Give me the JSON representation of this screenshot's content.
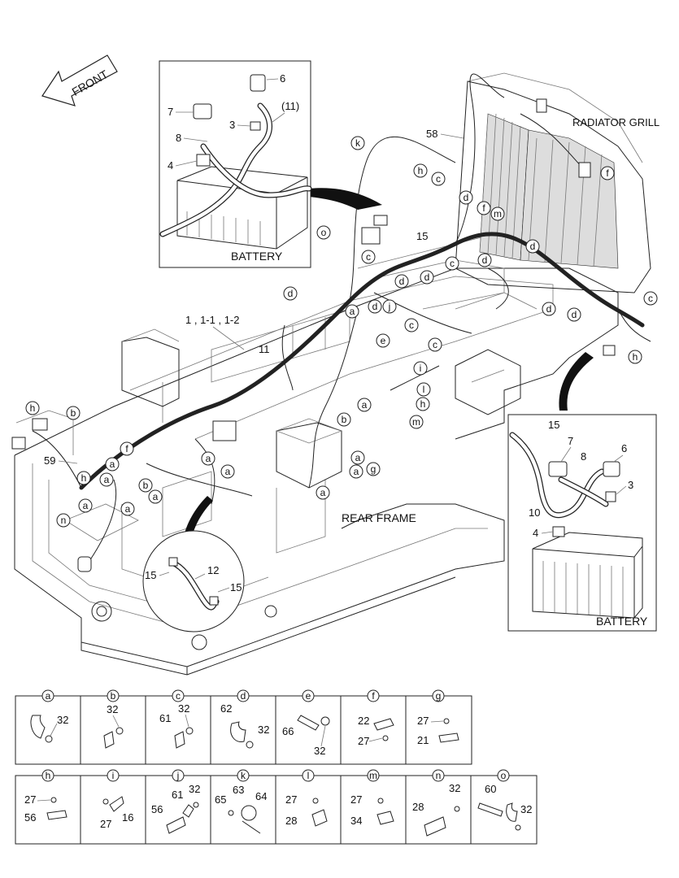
{
  "headings": {
    "front": "FRONT",
    "radiator_grill": "RADIATOR GRILL",
    "rear_frame": "REAR FRAME",
    "battery_top": "BATTERY",
    "battery_right": "BATTERY",
    "harness_main": "1 , 1-1 , 1-2"
  },
  "battery_top_labels": {
    "p6": "6",
    "p7": "7",
    "p11": "(11)",
    "p3": "3",
    "p8": "8",
    "p4": "4"
  },
  "battery_right_labels": {
    "p15": "15",
    "p7": "7",
    "p6": "6",
    "p8": "8",
    "p3": "3",
    "p10": "10",
    "p4": "4"
  },
  "detail_circle_labels": {
    "p12": "12",
    "p15a": "15",
    "p15b": "15"
  },
  "main_labels": {
    "p58": "58",
    "p11": "11",
    "p59": "59",
    "p15": "15"
  },
  "letters": {
    "a": "a",
    "b": "b",
    "c": "c",
    "d": "d",
    "e": "e",
    "f": "f",
    "g": "g",
    "h": "h",
    "i": "i",
    "j": "j",
    "k": "k",
    "l": "l",
    "m": "m",
    "n": "n",
    "o": "o"
  },
  "legend_row1": [
    {
      "letter": "a",
      "parts": [
        "32"
      ]
    },
    {
      "letter": "b",
      "parts": [
        "32"
      ]
    },
    {
      "letter": "c",
      "parts": [
        "61",
        "32"
      ]
    },
    {
      "letter": "d",
      "parts": [
        "62",
        "32"
      ]
    },
    {
      "letter": "e",
      "parts": [
        "66",
        "32"
      ]
    },
    {
      "letter": "f",
      "parts": [
        "22",
        "27"
      ]
    },
    {
      "letter": "g",
      "parts": [
        "27",
        "21"
      ]
    }
  ],
  "legend_row2": [
    {
      "letter": "h",
      "parts": [
        "27",
        "56"
      ]
    },
    {
      "letter": "i",
      "parts": [
        "27",
        "16"
      ]
    },
    {
      "letter": "j",
      "parts": [
        "61",
        "32",
        "56"
      ]
    },
    {
      "letter": "k",
      "parts": [
        "63",
        "64",
        "65"
      ]
    },
    {
      "letter": "l",
      "parts": [
        "27",
        "28"
      ]
    },
    {
      "letter": "m",
      "parts": [
        "27",
        "34"
      ]
    },
    {
      "letter": "n",
      "parts": [
        "32",
        "28"
      ]
    },
    {
      "letter": "o",
      "parts": [
        "60",
        "32"
      ]
    }
  ]
}
